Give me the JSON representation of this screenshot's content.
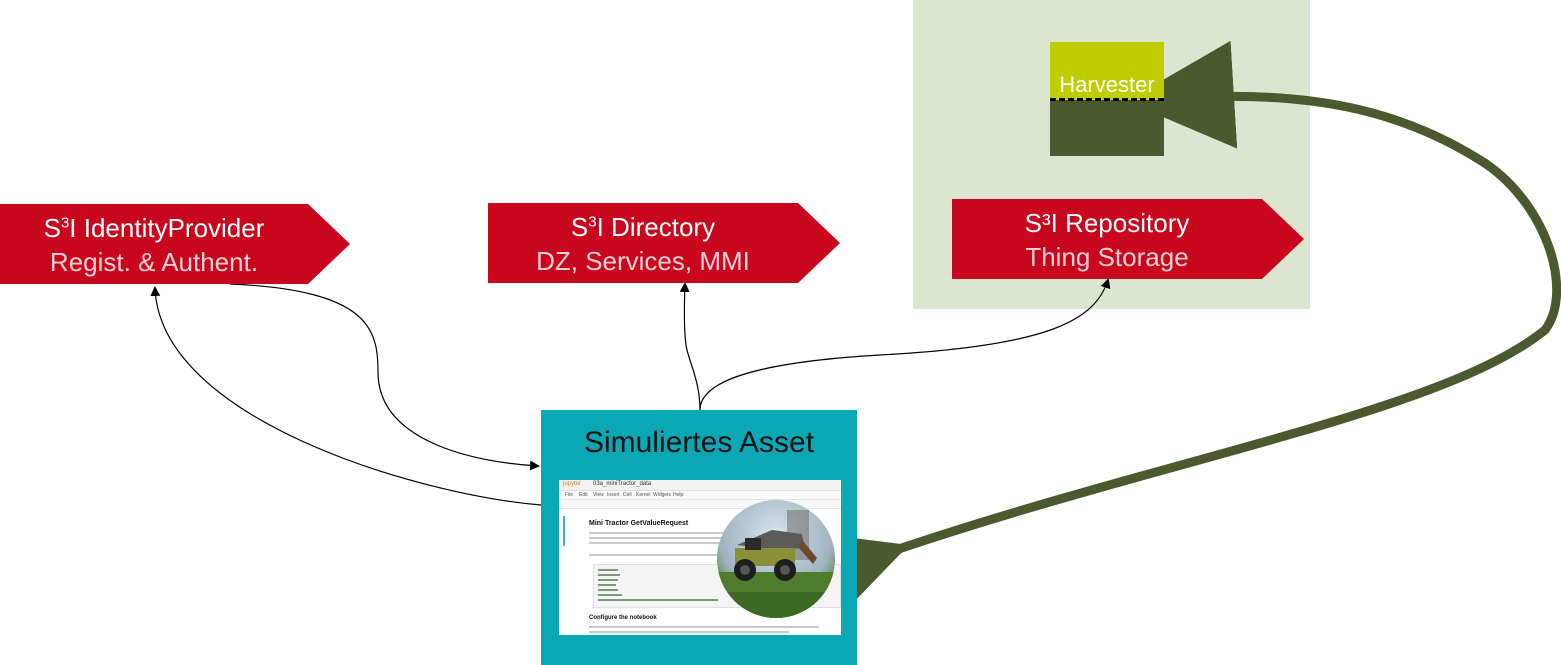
{
  "identity_provider": {
    "title_prefix": "S",
    "title_sup": "3",
    "title_rest": "I IdentityProvider",
    "subtitle": "Regist. & Authent."
  },
  "directory": {
    "title_prefix": "S",
    "title_sup": "3",
    "title_rest": "I Directory",
    "subtitle": "DZ, Services, MMI"
  },
  "repository": {
    "title": "S³I Repository",
    "subtitle": "Thing Storage"
  },
  "harvester": {
    "label": "Harvester"
  },
  "asset": {
    "title": "Simuliertes Asset"
  },
  "notebook": {
    "logo": "jupyter",
    "name": "03a_miniTractor_data",
    "menu": [
      "File",
      "Edit",
      "View",
      "Insert",
      "Cell",
      "Kernel",
      "Widgets",
      "Help"
    ],
    "heading": "Mini Tractor GetValueRequest",
    "heading2": "Configure the notebook"
  },
  "colors": {
    "red": "#c8061e",
    "teal": "#0aa8b4",
    "olive_zone": "#dce5d0",
    "lime": "#bfcd00",
    "dark_olive": "#4a5a2e"
  }
}
